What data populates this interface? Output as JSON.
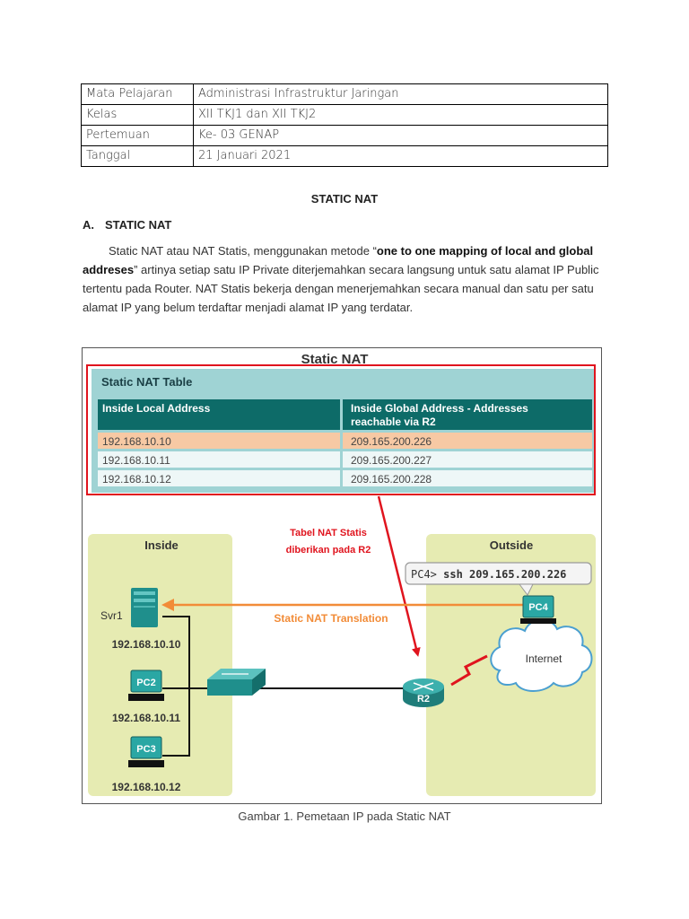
{
  "info_table": [
    {
      "key": "Mata Pelajaran",
      "value": "Administrasi Infrastruktur Jaringan"
    },
    {
      "key": "Kelas",
      "value": "XII TKJ1 dan XII TKJ2"
    },
    {
      "key": "Pertemuan",
      "value": "Ke- 03 GENAP"
    },
    {
      "key": "Tanggal",
      "value": "21 Januari 2021"
    }
  ],
  "doc_title": "STATIC NAT",
  "section": {
    "number": "A.",
    "title": "STATIC NAT"
  },
  "paragraph": {
    "part1": "Static NAT atau NAT Statis, menggunakan metode “",
    "bold": "one to one mapping of local and global addreses",
    "part2": "” artinya setiap satu IP Private diterjemahkan secara langsung untuk satu alamat IP Public tertentu pada Router. NAT Statis bekerja dengan menerjemahkan secara manual dan satu per satu alamat IP yang belum terdaftar menjadi alamat IP yang terdatar."
  },
  "figure": {
    "title": "Static NAT",
    "table_title": "Static NAT Table",
    "col1_header": "Inside Local Address",
    "col2_header_line1": "Inside Global Address - Addresses",
    "col2_header_line2": "reachable via R2",
    "rows": [
      {
        "local": "192.168.10.10",
        "global": "209.165.200.226"
      },
      {
        "local": "192.168.10.11",
        "global": "209.165.200.227"
      },
      {
        "local": "192.168.10.12",
        "global": "209.165.200.228"
      }
    ],
    "annotation_line1": "Tabel NAT Statis",
    "annotation_line2": "diberikan pada R2",
    "inside_label": "Inside",
    "outside_label": "Outside",
    "command_prompt": "PC4> ",
    "command_text": "ssh 209.165.200.226",
    "translation_label": "Static NAT Translation",
    "svr1_name": "Svr1",
    "svr1_ip": "192.168.10.10",
    "pc2_name": "PC2",
    "pc2_ip": "192.168.10.11",
    "pc3_name": "PC3",
    "pc3_ip": "192.168.10.12",
    "pc4_name": "PC4",
    "router_name": "R2",
    "cloud_label": "Internet"
  },
  "caption": "Gambar 1. Pemetaan IP pada Static NAT",
  "colors": {
    "teal_dark": "#0d6b68",
    "teal_light": "#9fd3d4",
    "row_highlight": "#f7c9a4",
    "zone_fill": "#e6ebb2",
    "red_annotation": "#e0141e",
    "orange_arrow": "#f28c38",
    "device_teal": "#2aa7a4"
  }
}
